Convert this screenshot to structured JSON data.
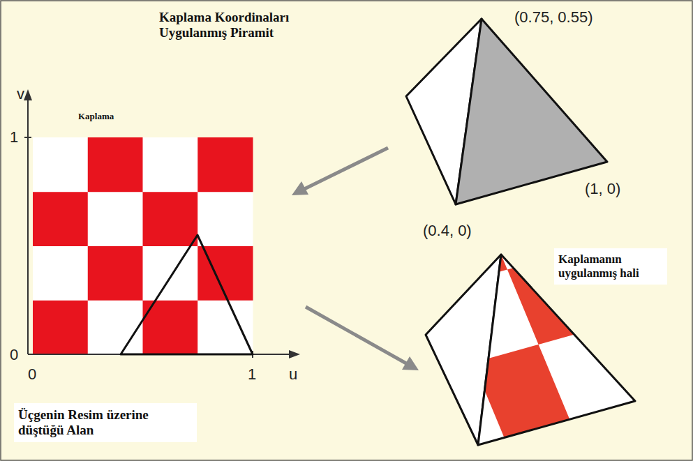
{
  "diagram": {
    "nodes": [
      {
        "text": [
          "Kaplamanın uygulanmış hali"
        ]
      },
      {
        "text": [
          "Üçgenin Resim üzerine düştüğü Alan"
        ]
      }
    ],
    "labels": [
      "Kaplama Koordinaları Uygulanmış Piramit",
      "(0.75, 0.55)",
      "(1, 0)",
      "(0.4, 0)",
      "v",
      "1",
      "Kaplama",
      "0",
      "0",
      "1",
      "u"
    ]
  }
}
